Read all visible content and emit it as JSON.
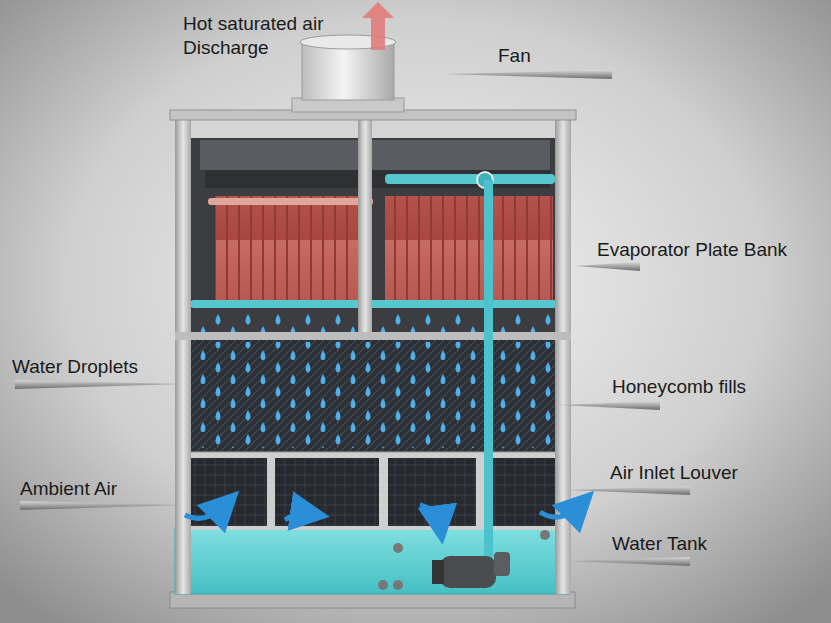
{
  "diagram": {
    "labels": [
      "Hot saturated air Discharge",
      "Fan",
      "Evaporator Plate Bank",
      "Water Droplets",
      "Honeycomb fills",
      "Ambient Air",
      "Air Inlet Louver",
      "Water Tank"
    ]
  }
}
